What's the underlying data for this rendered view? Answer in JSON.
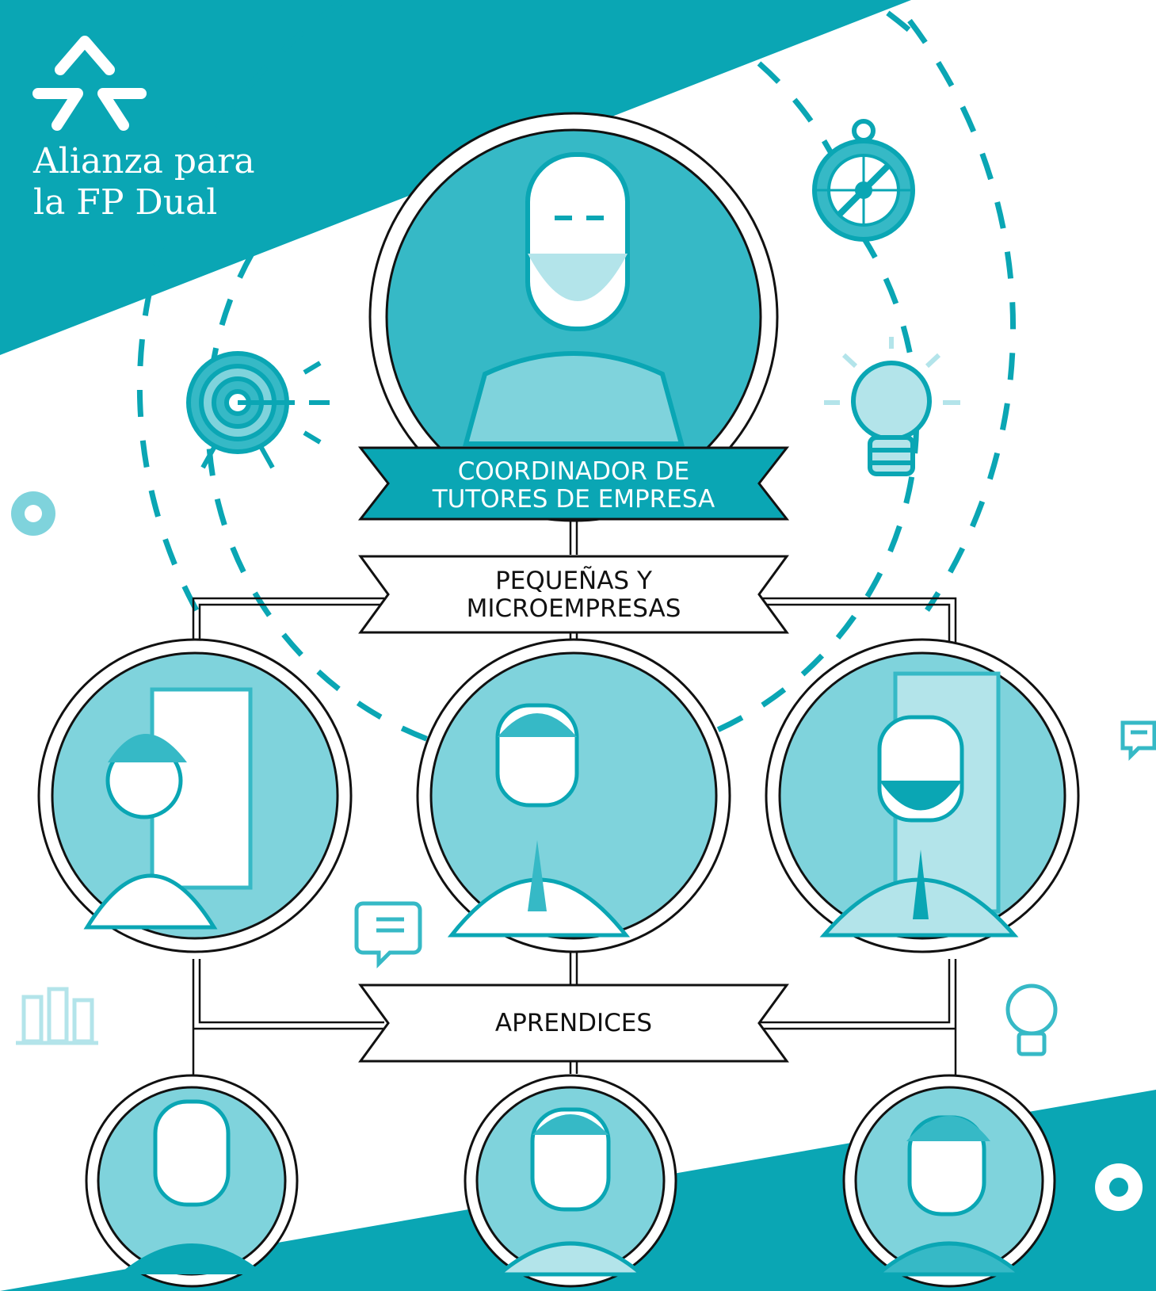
{
  "brand": {
    "name_line1": "Alianza para",
    "name_line2": "la FP Dual",
    "logo_icon": "arrows-logo-icon"
  },
  "colors": {
    "teal": "#0aa6b4",
    "teal_fill": "#36b9c6",
    "light_teal": "#7fd3dc",
    "pale_teal": "#b3e4ea",
    "white": "#ffffff",
    "outline": "#111111"
  },
  "hierarchy": {
    "top": {
      "label_line1": "COORDINADOR DE",
      "label_line2": "TUTORES DE EMPRESA",
      "icon": "bald-bearded-man-icon"
    },
    "middle": {
      "label_line1": "PEQUEÑAS Y",
      "label_line2": "MICROEMPRESAS",
      "nodes": [
        {
          "icon": "woman-tutor-icon"
        },
        {
          "icon": "man-tutor-icon"
        },
        {
          "icon": "bearded-tutor-icon"
        }
      ]
    },
    "bottom": {
      "label": "APRENDICES",
      "nodes": [
        {
          "icon": "apprentice-woman-icon"
        },
        {
          "icon": "apprentice-man-icon"
        },
        {
          "icon": "apprentice-young-man-icon"
        }
      ]
    }
  },
  "decorations": [
    "target-icon",
    "compass-icon",
    "lightbulb-icon",
    "gear-icon",
    "chat-icon",
    "bar-chart-icon"
  ]
}
